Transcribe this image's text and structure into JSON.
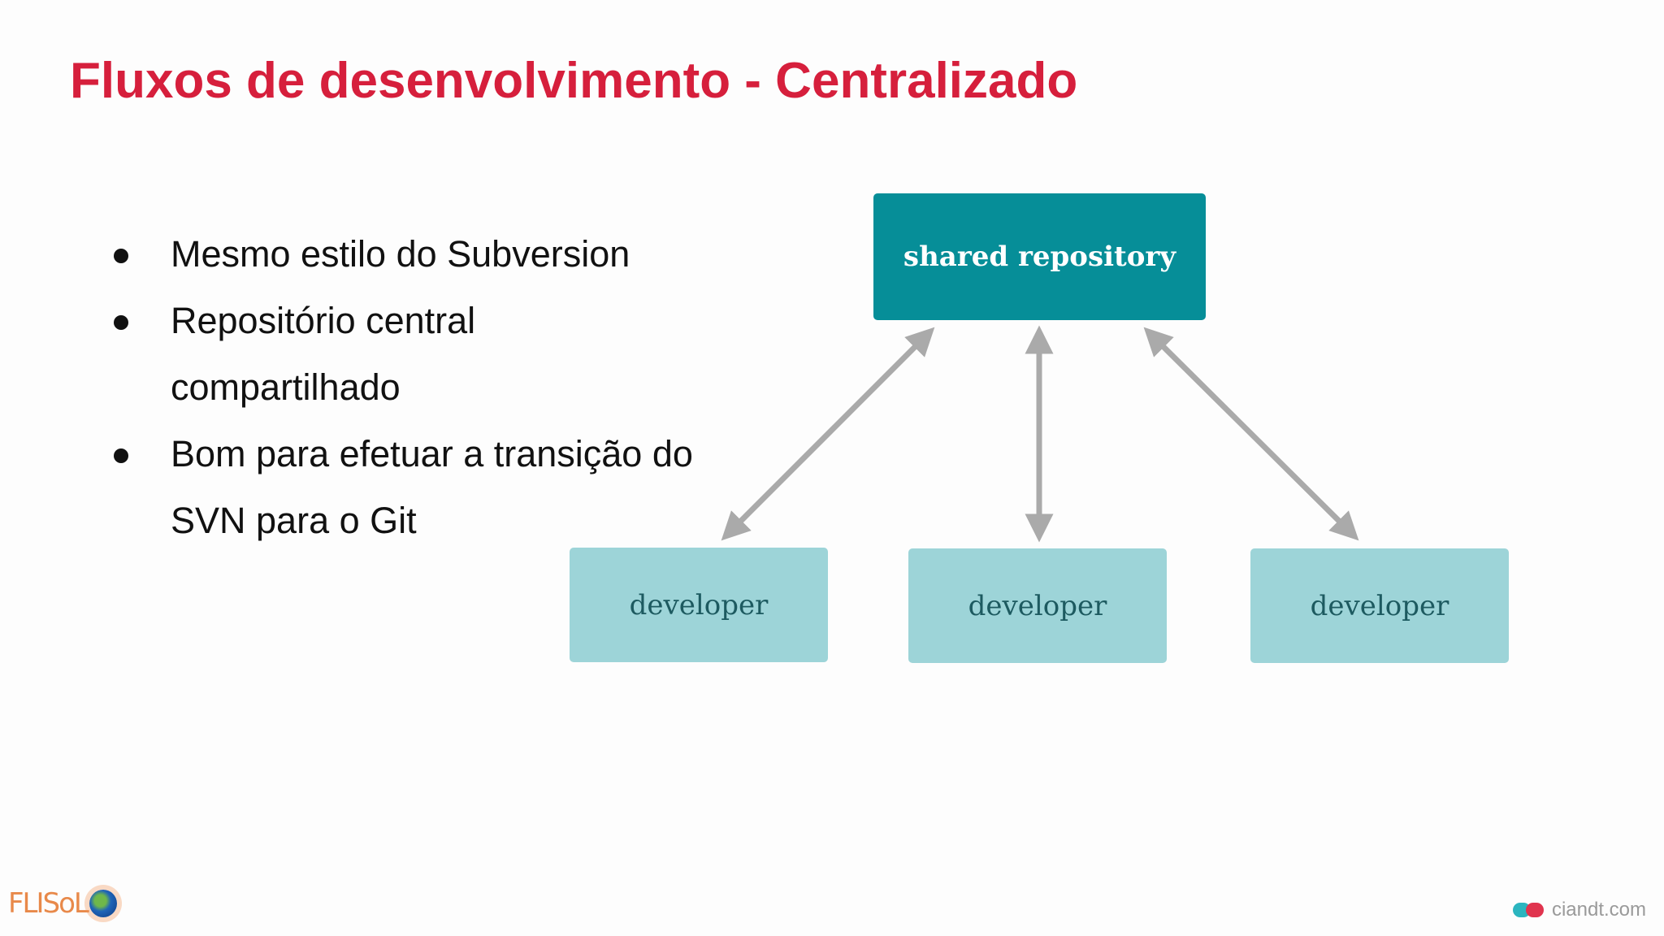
{
  "slide": {
    "title": "Fluxos de desenvolvimento - Centralizado",
    "bullets": [
      {
        "lines": [
          "Mesmo estilo do Subversion"
        ]
      },
      {
        "lines": [
          "Repositório central",
          "compartilhado"
        ]
      },
      {
        "lines": [
          "Bom para efetuar a transição do",
          "SVN para o Git"
        ]
      }
    ]
  },
  "diagram": {
    "repository_label": "shared repository",
    "developers": [
      "developer",
      "developer",
      "developer"
    ],
    "colors": {
      "repository": "#068e98",
      "developer": "#9dd4d8",
      "arrow": "#aaaaaa",
      "title": "#d61f3c"
    }
  },
  "footer": {
    "left_logo": "FLISoL",
    "right_logo": "ciandt.com"
  }
}
